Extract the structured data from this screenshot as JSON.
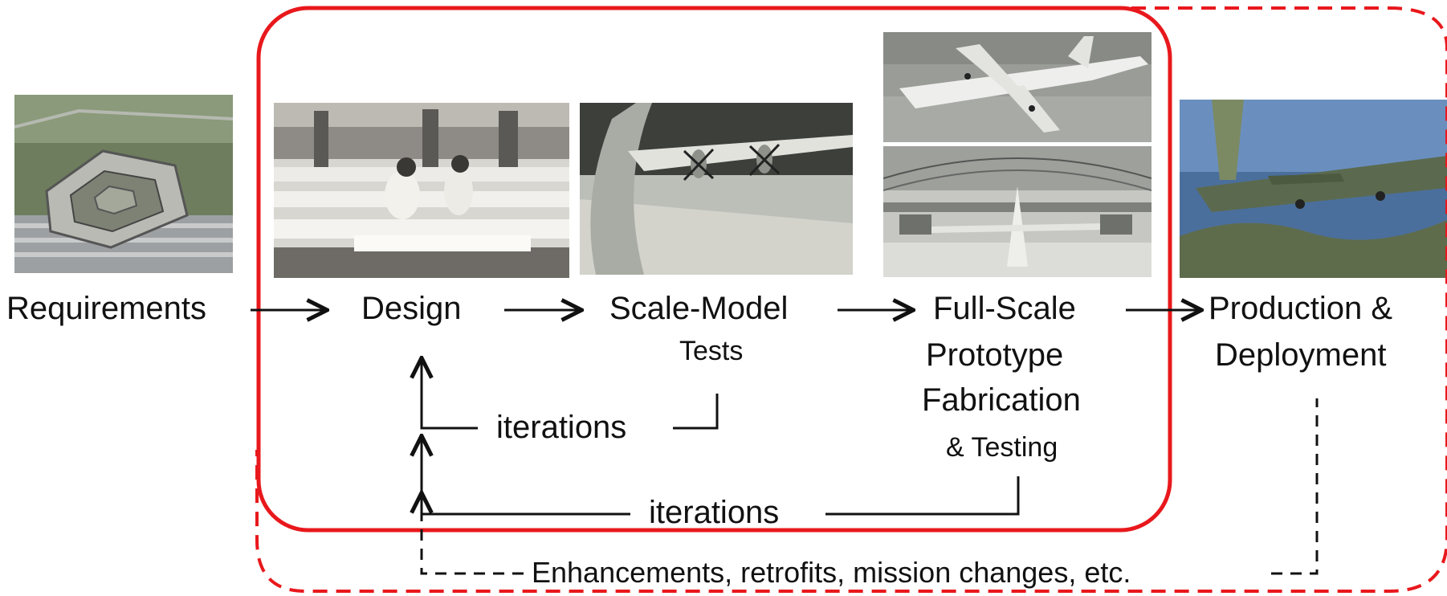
{
  "stages": {
    "requirements": "Requirements",
    "design": "Design",
    "scale_model_l1": "Scale-Model",
    "scale_model_l2": "Tests",
    "full_scale_l1": "Full-Scale",
    "full_scale_l2": "Prototype",
    "full_scale_l3": "Fabrication",
    "full_scale_l4": "& Testing",
    "production_l1": "Production &",
    "production_l2": "Deployment"
  },
  "loops": {
    "inner": "iterations",
    "outer": "iterations",
    "feedback": "Enhancements, retrofits, mission changes, etc."
  },
  "photos": {
    "requirements": "pentagon-aerial-photo",
    "design": "drafting-room-photo",
    "scale_model": "wind-tunnel-model-photo",
    "full_scale_flight": "prototype-flight-photo",
    "full_scale_hangar": "assembly-hangar-photo",
    "production": "deployed-aircraft-photo"
  },
  "colors": {
    "core_boundary": "#e8181c",
    "lifecycle_boundary": "#e8181c",
    "arrows": "#111111"
  }
}
